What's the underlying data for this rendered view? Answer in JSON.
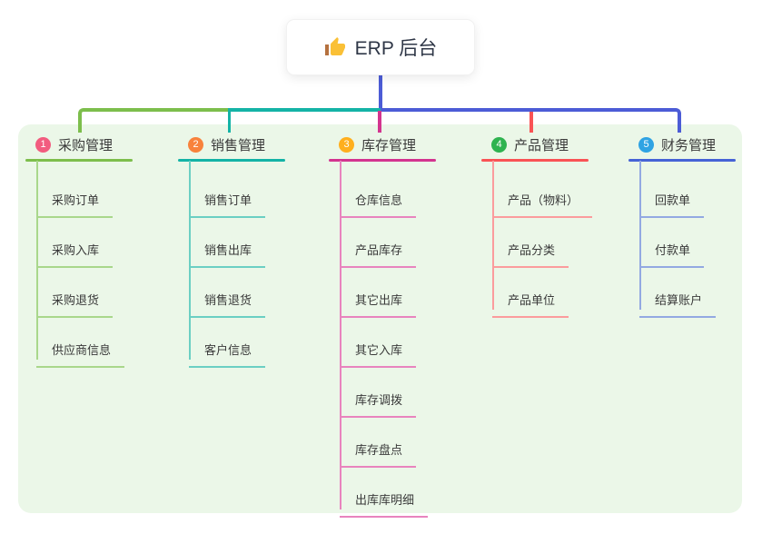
{
  "root": {
    "icon": "thumbs-up",
    "label": "ERP 后台"
  },
  "connectors": {
    "root_line_color": "#4c5cd6"
  },
  "panel": {
    "background": "#ebf7e8"
  },
  "branches": [
    {
      "index": "1",
      "label": "采购管理",
      "badge_color": "#f25c7f",
      "line_color": "#7dbe4c",
      "child_line_color": "#a9d78b",
      "children": [
        "采购订单",
        "采购入库",
        "采购退货",
        "供应商信息"
      ]
    },
    {
      "index": "2",
      "label": "销售管理",
      "badge_color": "#f8823c",
      "line_color": "#14b3a6",
      "child_line_color": "#6bcfc3",
      "children": [
        "销售订单",
        "销售出库",
        "销售退货",
        "客户信息"
      ]
    },
    {
      "index": "3",
      "label": "库存管理",
      "badge_color": "#ffaf1e",
      "line_color": "#d3348f",
      "child_line_color": "#e884be",
      "children": [
        "仓库信息",
        "产品库存",
        "其它出库",
        "其它入库",
        "库存调拨",
        "库存盘点",
        "出库库明细"
      ]
    },
    {
      "index": "4",
      "label": "产品管理",
      "badge_color": "#2fb350",
      "line_color": "#f95355",
      "child_line_color": "#fb9c9d",
      "children": [
        "产品（物料）",
        "产品分类",
        "产品单位"
      ]
    },
    {
      "index": "5",
      "label": "财务管理",
      "badge_color": "#2fa3e3",
      "line_color": "#4663d6",
      "child_line_color": "#93a9e2",
      "children": [
        "回款单",
        "付款单",
        "结算账户"
      ]
    }
  ]
}
